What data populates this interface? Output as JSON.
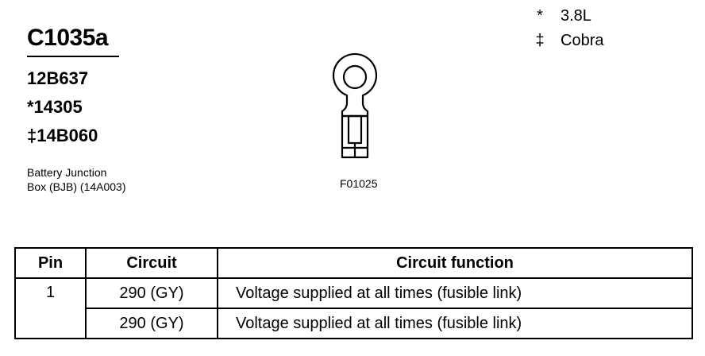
{
  "connector": {
    "title": "C1035a",
    "parts": [
      "12B637",
      "*14305",
      "‡14B060"
    ],
    "description_lines": [
      "Battery Junction",
      "Box (BJB) (14A003)"
    ]
  },
  "legend": [
    {
      "symbol": "*",
      "label": "3.8L"
    },
    {
      "symbol": "‡",
      "label": "Cobra"
    }
  ],
  "figure": {
    "code": "F01025",
    "icon": "ring-terminal-icon"
  },
  "table": {
    "headers": [
      "Pin",
      "Circuit",
      "Circuit function"
    ],
    "pin": "1",
    "rows": [
      {
        "circuit": "290 (GY)",
        "function": "Voltage supplied at all times (fusible link)"
      },
      {
        "circuit": "290 (GY)",
        "function": "Voltage supplied at all times (fusible link)"
      }
    ]
  }
}
